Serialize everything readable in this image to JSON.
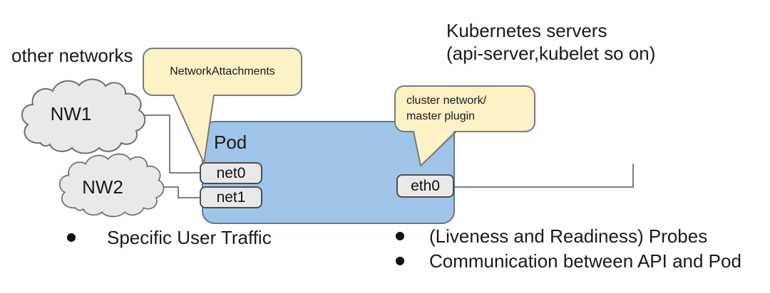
{
  "labels": {
    "other_networks": "other networks",
    "kubernetes_servers_line1": "Kubernetes servers",
    "kubernetes_servers_line2": "(api-server,kubelet so on)"
  },
  "clouds": [
    {
      "label": "NW1"
    },
    {
      "label": "NW2"
    }
  ],
  "pod": {
    "title": "Pod",
    "interfaces": [
      {
        "label": "net0"
      },
      {
        "label": "net1"
      },
      {
        "label": "eth0"
      }
    ]
  },
  "callouts": [
    {
      "text": "NetworkAttachments",
      "target": "net0"
    },
    {
      "line1": "cluster network/",
      "line2": "master plugin",
      "target": "eth0"
    }
  ],
  "bullets": {
    "left": [
      "Specific User Traffic"
    ],
    "right": [
      "(Liveness and Readiness) Probes",
      "Communication between API and Pod"
    ]
  },
  "colors": {
    "pod_fill": "#9fc5e8",
    "pod_border": "#5f7893",
    "interface_fill": "#e9e9e9",
    "interface_border": "#4f4f4f",
    "callout_fill": "#fdf1c6",
    "callout_border": "#7a7a7a",
    "cloud_fill": "#e9e9e9",
    "cloud_border": "#6e6e6e",
    "connector": "#7f7f7f",
    "text": "#1a1a1a"
  }
}
